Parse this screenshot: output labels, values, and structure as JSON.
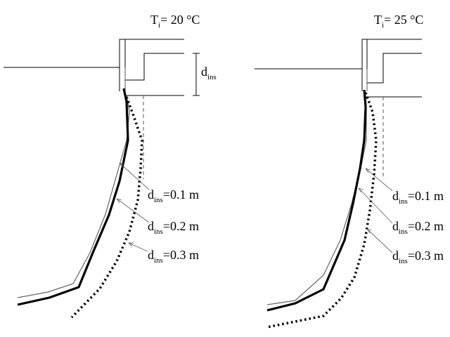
{
  "panels": [
    {
      "temp_symbol": "T",
      "temp_subscript": "i",
      "temp_value": "= 20 °C",
      "dims_symbol": "d",
      "dims_subscript": "ins",
      "curves": [
        {
          "symbol": "d",
          "subscript": "ins",
          "value": "=0.1 m"
        },
        {
          "symbol": "d",
          "subscript": "ins",
          "value": "=0.2 m"
        },
        {
          "symbol": "d",
          "subscript": "ins",
          "value": "=0.3 m"
        }
      ]
    },
    {
      "temp_symbol": "T",
      "temp_subscript": "i",
      "temp_value": "= 25 °C",
      "curves": [
        {
          "symbol": "d",
          "subscript": "ins",
          "value": "=0.1 m"
        },
        {
          "symbol": "d",
          "subscript": "ins",
          "value": "=0.2 m"
        },
        {
          "symbol": "d",
          "subscript": "ins",
          "value": "=0.3 m"
        }
      ]
    }
  ]
}
